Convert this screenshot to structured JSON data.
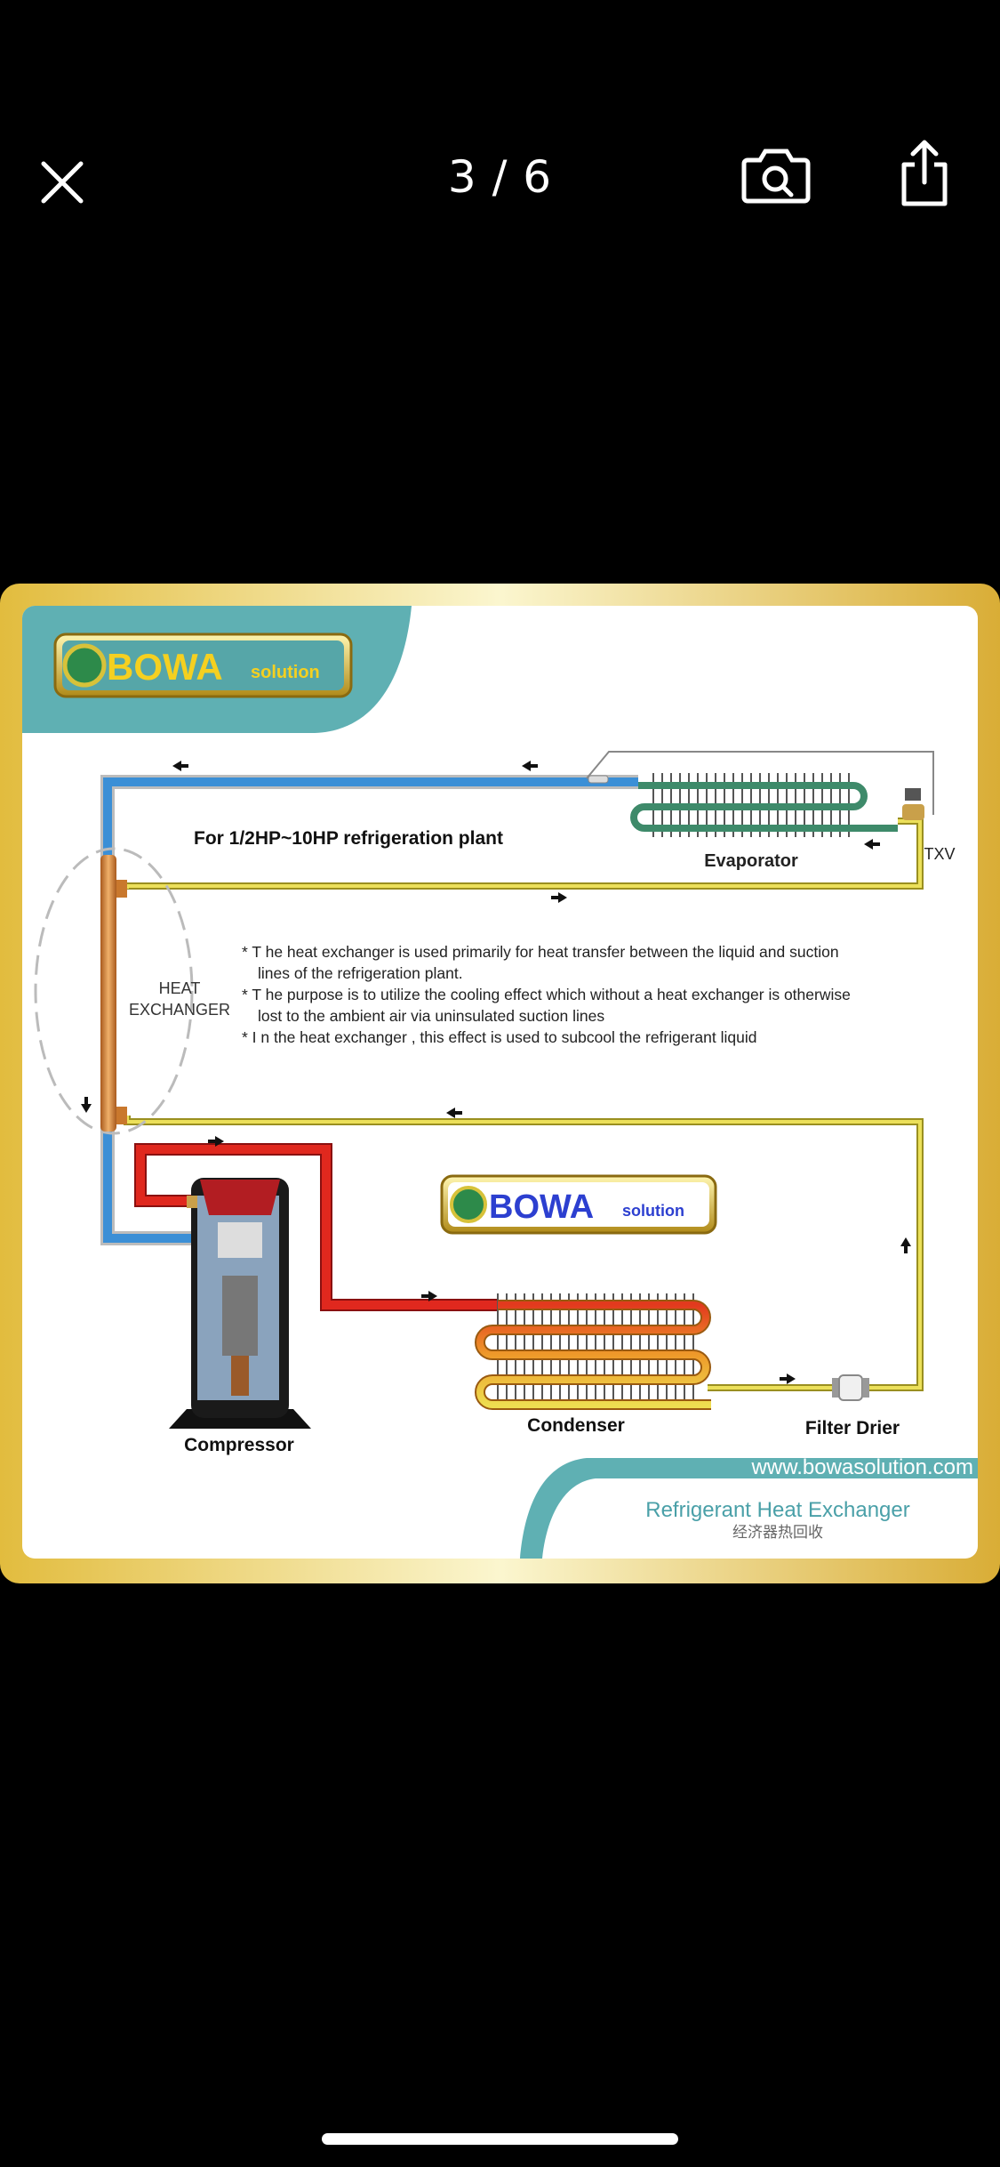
{
  "viewer": {
    "counter": "3 / 6",
    "close_icon": "close-icon",
    "camera_icon": "visual-lookup-camera-icon",
    "share_icon": "share-icon"
  },
  "image": {
    "logo_top": {
      "brand": "BOWA",
      "sub": "solution"
    },
    "logo_middle": {
      "brand": "BOWA",
      "sub": "solution"
    },
    "headline": "For 1/2HP~10HP refrigeration plant",
    "labels": {
      "evaporator": "Evaporator",
      "txv": "TXV",
      "heat_exchanger_1": "HEAT",
      "heat_exchanger_2": "EXCHANGER",
      "compressor": "Compressor",
      "condenser": "Condenser",
      "filter_drier": "Filter Drier"
    },
    "notes": [
      "* T he heat exchanger is used primarily for heat transfer between the liquid and suction",
      "lines of the refrigeration plant.",
      "* T he purpose is to utilize the cooling effect which without a heat exchanger is otherwise",
      "lost to the ambient air via uninsulated suction lines",
      "* I n the heat exchanger    , this effect is used to subcool the refrigerant liquid"
    ],
    "website": "www.bowasolution.com",
    "footer_title": "Refrigerant Heat Exchanger",
    "footer_subtitle": "经济器热回收",
    "colors": {
      "frame": "#e3c04a",
      "teal": "#5fb0b3",
      "suction": "#3b8fd6",
      "liquid": "#e6dc5a",
      "discharge": "#d8261e",
      "copper": "#c9782d"
    }
  }
}
